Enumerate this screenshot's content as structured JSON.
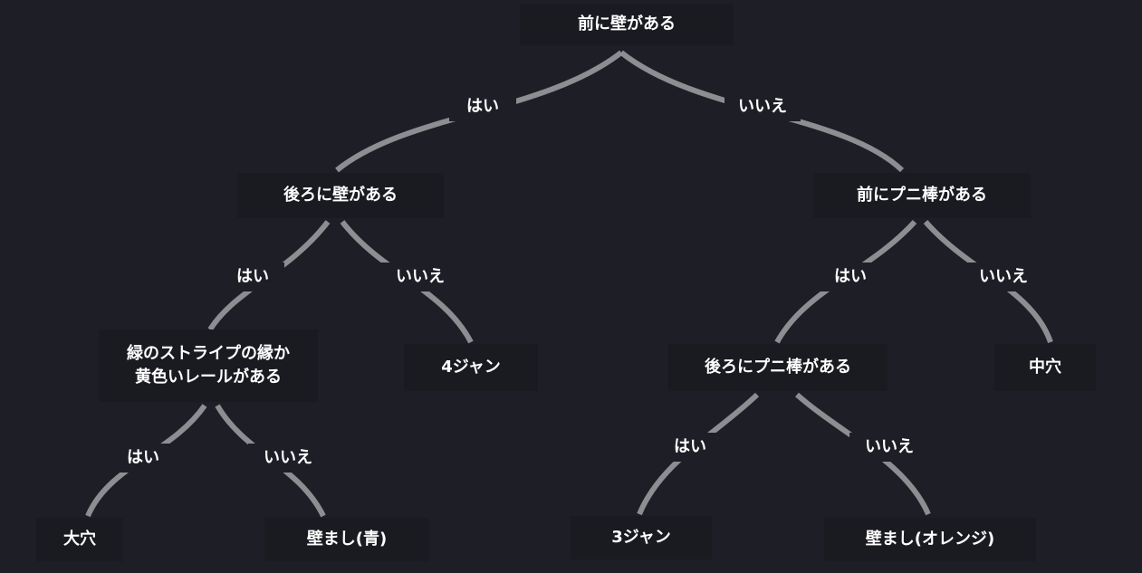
{
  "colors": {
    "background": "#1e1f26",
    "node_fill": "#1a1b21",
    "edge": "#8e8e92",
    "text": "#ffffff"
  },
  "nodes": {
    "root": "前に壁がある",
    "left": "後ろに壁がある",
    "right": "前にプニ棒がある",
    "left_left": [
      "緑のストライプの縁か",
      "黄色いレールがある"
    ],
    "left_right": "4ジャン",
    "right_left": "後ろにプニ棒がある",
    "right_right": "中穴",
    "leaf_1": "大穴",
    "leaf_2": "壁まし(青)",
    "leaf_3": "3ジャン",
    "leaf_4": "壁まし(オレンジ)"
  },
  "edge_labels": {
    "yes": "はい",
    "no": "いいえ"
  }
}
